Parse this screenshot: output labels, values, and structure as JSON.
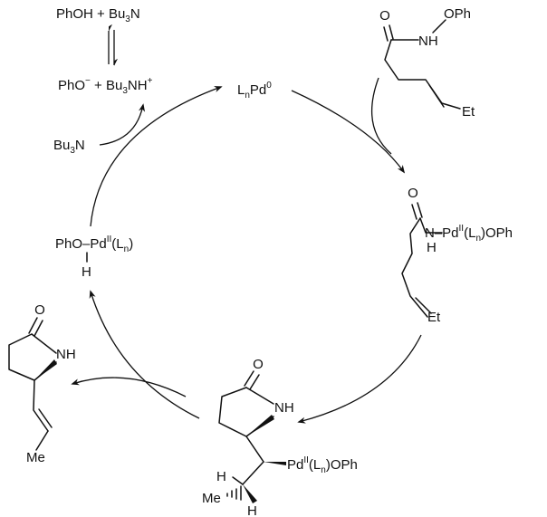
{
  "species": {
    "phenol_base": {
      "a": "PhOH + Bu",
      "b": "3",
      "c": "N"
    },
    "phenoxide": {
      "a": "PhO",
      "b": "−",
      "c": " + ",
      "d": "Bu",
      "e": "3",
      "f": "NH",
      "g": "+"
    },
    "tributylamine": {
      "a": "Bu",
      "b": "3",
      "c": "N"
    },
    "catalyst": {
      "a": "L",
      "b": "n",
      "c": "Pd",
      "d": "0"
    },
    "hydride": {
      "a": "PhO–Pd",
      "b": "II",
      "c": "(L",
      "d": "n",
      "e": ")",
      "h": "H"
    },
    "substrate": {
      "o": "O",
      "nh": "NH",
      "oph": "OPh",
      "et": "Et"
    },
    "amido_complex": {
      "o": "O",
      "n": "N–Pd",
      "b": "II",
      "c": "(L",
      "d": "n",
      "e": ")OPh",
      "h": "H",
      "et": "Et"
    },
    "alkyl_complex": {
      "o": "O",
      "nh": "NH",
      "pd": "Pd",
      "b": "II",
      "c": "(L",
      "d": "n",
      "e": ")OPh",
      "h1": "H",
      "me": "Me",
      "h2": "H"
    },
    "product": {
      "o": "O",
      "nh": "NH",
      "me": "Me"
    }
  }
}
